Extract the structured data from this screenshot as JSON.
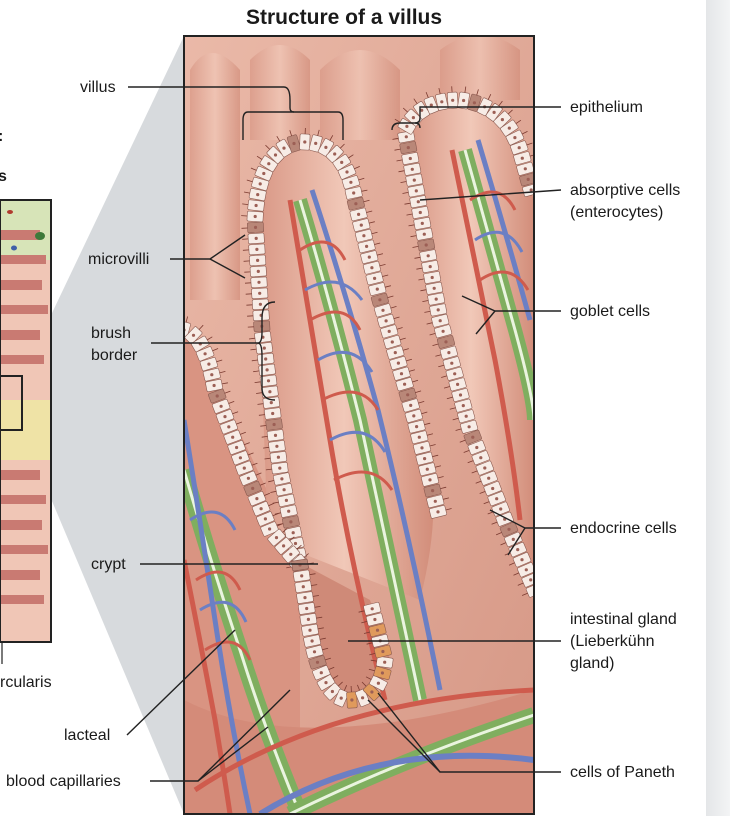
{
  "title": "Structure of a villus",
  "left_fragments": {
    "line1": ":",
    "line2": "s",
    "line3": "rcularis"
  },
  "labels": {
    "villus": "villus",
    "microvilli": "microvilli",
    "brush_border_1": "brush",
    "brush_border_2": "border",
    "crypt": "crypt",
    "lacteal": "lacteal",
    "blood_capillaries": "blood capillaries",
    "epithelium": "epithelium",
    "absorptive_1": "absorptive cells",
    "absorptive_2": "(enterocytes)",
    "goblet": "goblet cells",
    "endocrine": "endocrine cells",
    "gland_1": "intestinal gland",
    "gland_2": "(Lieberkühn",
    "gland_3": "gland)",
    "paneth": "cells of Paneth"
  },
  "colors": {
    "tissue": "#e0a898",
    "tissue_dark": "#c98474",
    "epithelial_cell": "#f7ece6",
    "goblet_cell": "#b98778",
    "paneth_cell": "#e09a5c",
    "artery": "#cf5b4d",
    "vein": "#6b7fc4",
    "lacteal": "#7fae5f",
    "frame": "#222222",
    "magnifier": "#c9cdd2"
  }
}
